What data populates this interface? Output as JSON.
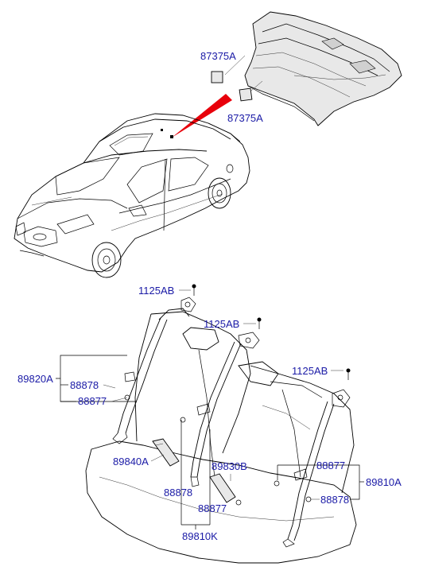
{
  "labels": {
    "pad_upper": "87375A",
    "pad_lower": "87375A",
    "bolt_left": "1125AB",
    "bolt_center": "1125AB",
    "bolt_right": "1125AB",
    "belt_left_assy": "89820A",
    "belt_left_cover_a": "88878",
    "belt_left_cover_b": "88877",
    "buckle_left": "89840A",
    "cover_center_a": "88878",
    "cover_center_b": "88877",
    "belt_center_assy": "89810K",
    "buckle_center": "89830B",
    "belt_right_cover_b": "88877",
    "belt_right_cover_a": "88878",
    "belt_right_assy": "89810A"
  },
  "colors": {
    "label": "#1a1aa6",
    "highlight": "#e8000b",
    "line": "#000000"
  }
}
